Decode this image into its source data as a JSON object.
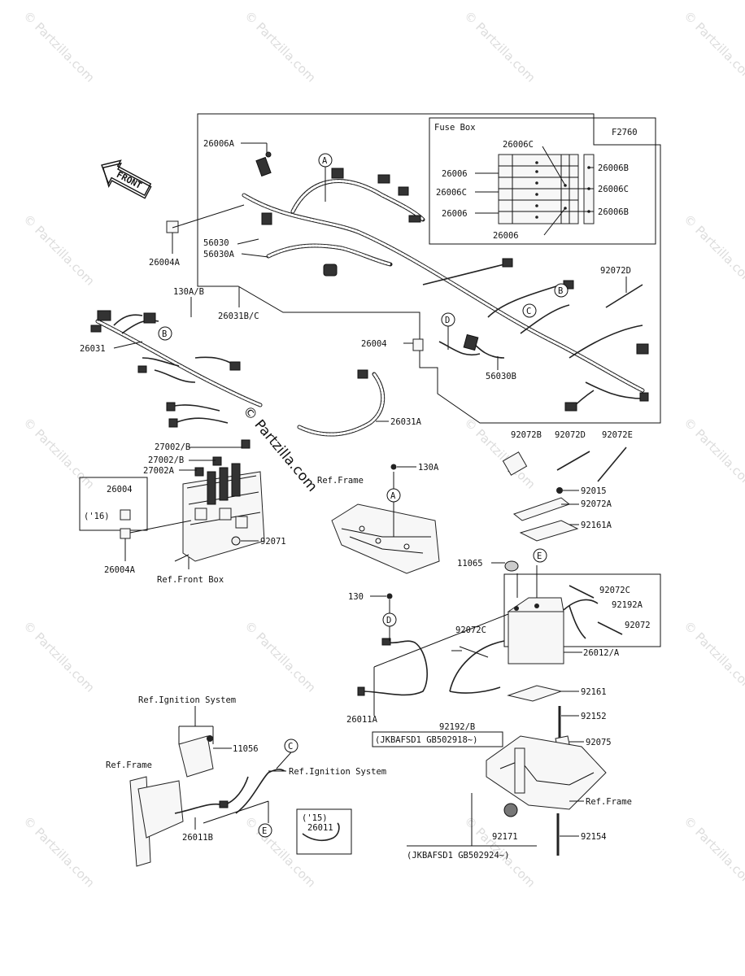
{
  "diagram_code": "F2760",
  "front_label": "FRONT",
  "fuse_box_title": "Fuse Box",
  "watermark_text": "© Partzilla.com",
  "center_mark_text": "© Partzilla.com",
  "refs": {
    "ref_frame_1": "Ref.Frame",
    "ref_front_box": "Ref.Front Box",
    "ref_ign_1": "Ref.Ignition System",
    "ref_ign_2": "Ref.Ignition System",
    "ref_frame_2": "Ref.Frame",
    "ref_frame_3": "Ref.Frame"
  },
  "notes": {
    "y16": "('16)",
    "y15": "('15)",
    "serial_1": "(JKBAFSD1 GB502918~)",
    "serial_2": "(JKBAFSD1 GB502924~)"
  },
  "callout_letters": [
    "A",
    "B",
    "C",
    "D",
    "E"
  ],
  "parts": {
    "p26006A": "26006A",
    "p26004A_top": "26004A",
    "p56030": "56030",
    "p56030A": "56030A",
    "p26031BC": "26031B/C",
    "p130AB": "130A/B",
    "p26031": "26031",
    "p26004_mid": "26004",
    "p56030B": "56030B",
    "p92072D_top": "92072D",
    "p26031A": "26031A",
    "p27002B": "27002/B",
    "p27002B2": "27002/B",
    "p27002A": "27002A",
    "p26004_box": "26004",
    "p26004A_bot": "26004A",
    "p92071": "92071",
    "p130A": "130A",
    "p92072B": "92072B",
    "p92072D_mid": "92072D",
    "p92072E": "92072E",
    "p92015": "92015",
    "p92072A": "92072A",
    "p92161A": "92161A",
    "p11065": "11065",
    "p130": "130",
    "p92072C_r": "92072C",
    "p92192A": "92192A",
    "p92072": "92072",
    "p92072C_l": "92072C",
    "p26012A": "26012/A",
    "p26011A": "26011A",
    "p92192B": "92192/B",
    "p92161": "92161",
    "p92152": "92152",
    "p92075": "92075",
    "p11056": "11056",
    "p26011B": "26011B",
    "p26011": "26011",
    "p92171": "92171",
    "p92154": "92154",
    "fuse_26006C_top": "26006C",
    "fuse_26006_1": "26006",
    "fuse_26006C_l": "26006C",
    "fuse_26006_2": "26006",
    "fuse_26006_bot": "26006",
    "fuse_26006B_1": "26006B",
    "fuse_26006C_r": "26006C",
    "fuse_26006B_2": "26006B"
  }
}
